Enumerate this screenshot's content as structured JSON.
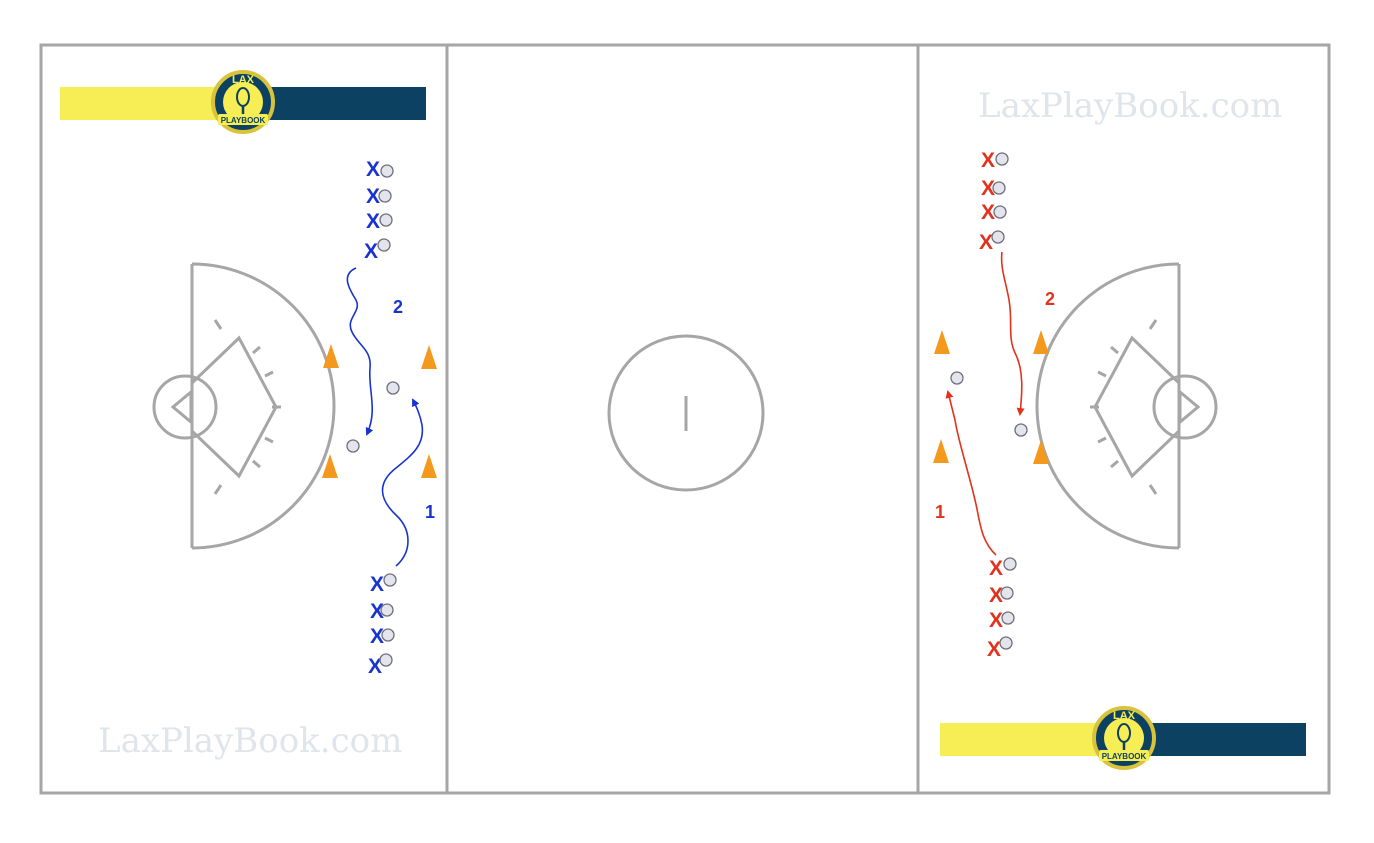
{
  "watermarks": {
    "top_right": "LaxPlayBook.com",
    "bottom_left": "LaxPlayBook.com"
  },
  "logo": {
    "top_text": "LAX",
    "bottom_text": "PLAYBOOK",
    "icon": "lacrosse-stick-icon",
    "colors": {
      "yellow": "#f7ee55",
      "navy": "#0c4162",
      "ring": "#d8c33a"
    }
  },
  "drill": {
    "left_team": {
      "color": "#1834d0",
      "label_1": "1",
      "label_2": "2",
      "player_symbol": "X"
    },
    "right_team": {
      "color": "#e3321b",
      "label_1": "1",
      "label_2": "2",
      "player_symbol": "X"
    }
  },
  "colors": {
    "field_lines": "#a6a6a6",
    "cone": "#f39a1e",
    "ball": "#e4e4ec"
  }
}
